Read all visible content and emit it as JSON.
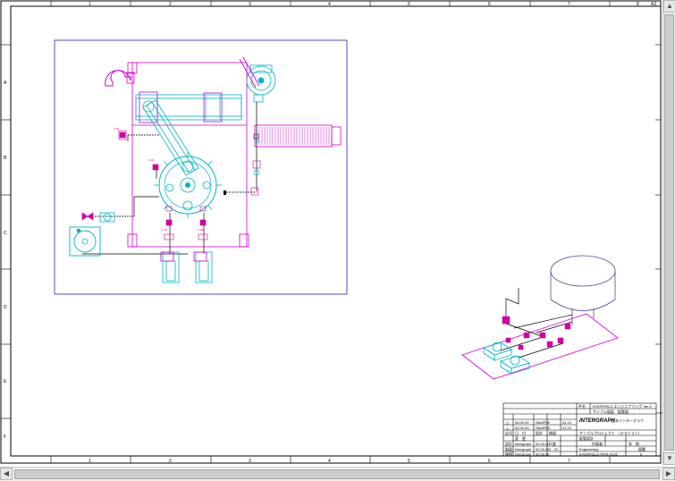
{
  "ruler": {
    "top_numbers": [
      "1",
      "2",
      "3",
      "4",
      "5",
      "6",
      "7",
      "8"
    ],
    "corner_label": "A3",
    "side_letters": [
      "A",
      "B",
      "C",
      "D",
      "E",
      "F"
    ]
  },
  "title_block": {
    "upper_rows": [
      {
        "c1": "",
        "c2": "",
        "c3": "",
        "c4": "",
        "title": "EVERFIELD エンジニアリング Ver.3"
      },
      {
        "c1": "",
        "c2": "",
        "c3": "",
        "c4": "",
        "title": "サンプル図面　配管図"
      },
      {
        "c1": "△",
        "c2": "00.00.00",
        "c3": "SAMPLE",
        "c4": "01.10",
        "title": ""
      },
      {
        "c1": "△",
        "c2": "00.00.00",
        "c3": "SAMPLE",
        "c4": "01.10",
        "title": ""
      }
    ],
    "company": "INTERGRAPH",
    "company_jp": "日本インターグラフ",
    "mid_rows": [
      {
        "c1": "記号",
        "c2": "日　付",
        "c3": "設計",
        "c4": "検図",
        "right": "サンプルプロジェクト　（テストラン）"
      },
      {
        "c1": "",
        "c2": "変　更",
        "c3": "",
        "c4": "",
        "right": "配管設計"
      }
    ],
    "lower_rows": [
      {
        "c1": "設計",
        "c2": "Intergraph",
        "c3": "00.00.00",
        "c4": "尺度",
        "c5": "作図者",
        "c6": "系　統"
      },
      {
        "c1": "製図",
        "c2": "Intergraph",
        "c3": "00.00.00",
        "c4": "1 : 20",
        "c5": "Engineering",
        "c6": ""
      },
      {
        "c1": "検図",
        "c2": "Intergraph",
        "c3": "00.00.00",
        "c4": "",
        "c5": "",
        "c6": "図番"
      },
      {
        "c1": "承認",
        "c2": "Intergraph",
        "c3": "00.00.00",
        "c4": "",
        "c5": "EVERFIELD-PIPE-0101",
        "c6": "0"
      }
    ]
  },
  "colors": {
    "frame": "#000000",
    "plan_border": "#4b4bd2",
    "equipment": "#00b4c8",
    "structure": "#d200d2",
    "piping": "#000000",
    "valves": "#d200a0"
  },
  "icons": {
    "scroll_up": "triangle-up-icon",
    "scroll_down": "triangle-down-icon",
    "scroll_left": "triangle-left-icon",
    "scroll_right": "triangle-right-icon"
  }
}
